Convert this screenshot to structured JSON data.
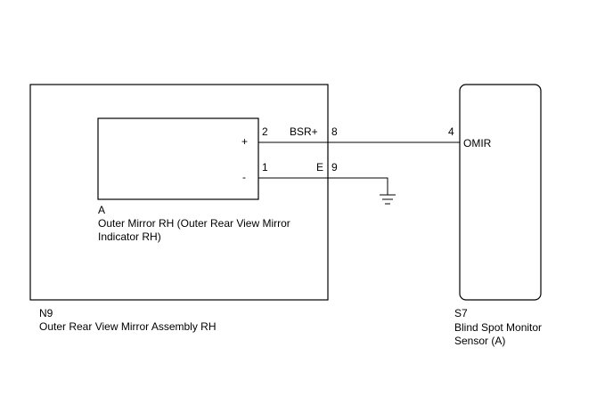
{
  "assembly": {
    "code": "N9",
    "name": "Outer Rear View Mirror Assembly RH"
  },
  "component": {
    "code": "A",
    "name_line1": "Outer Mirror RH (Outer Rear View Mirror",
    "name_line2": "Indicator RH)",
    "terminal_plus": "+",
    "terminal_minus": "-"
  },
  "sensor": {
    "code": "S7",
    "name_line1": "Blind Spot Monitor",
    "name_line2": "Sensor (A)",
    "pin_label": "OMIR"
  },
  "wires": {
    "signal": {
      "component_pin": "2",
      "name": "BSR+",
      "connector_pin": "8",
      "sensor_pin": "4"
    },
    "ground": {
      "component_pin": "1",
      "name": "E",
      "connector_pin": "9"
    }
  }
}
